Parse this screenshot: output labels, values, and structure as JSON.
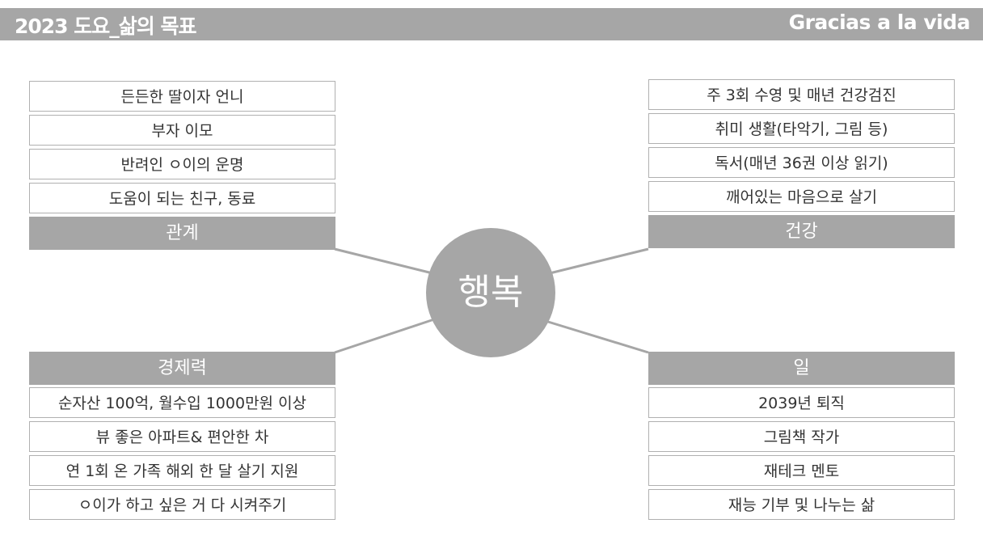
{
  "header": {
    "title": "2023 도요_삶의 목표",
    "subtitle": "Gracias a la vida"
  },
  "center": "행복",
  "groups": {
    "relationship": {
      "title": "관계",
      "items": [
        "든든한 딸이자 언니",
        "부자 이모",
        "반려인 ㅇ이의 운명",
        "도움이 되는 친구, 동료"
      ]
    },
    "health": {
      "title": "건강",
      "items": [
        "주 3회 수영 및 매년 건강검진",
        "취미 생활(타악기, 그림 등)",
        "독서(매년 36권 이상 읽기)",
        "깨어있는 마음으로 살기"
      ]
    },
    "economy": {
      "title": "경제력",
      "items": [
        "순자산 100억, 월수입 1000만원 이상",
        "뷰 좋은 아파트& 편안한 차",
        "연 1회 온 가족 해외 한 달 살기 지원",
        "ㅇ이가 하고 싶은 거 다 시켜주기"
      ]
    },
    "work": {
      "title": "일",
      "items": [
        "2039년 퇴직",
        "그림책 작가",
        "재테크 멘토",
        "재능 기부 및 나누는 삶"
      ]
    }
  }
}
